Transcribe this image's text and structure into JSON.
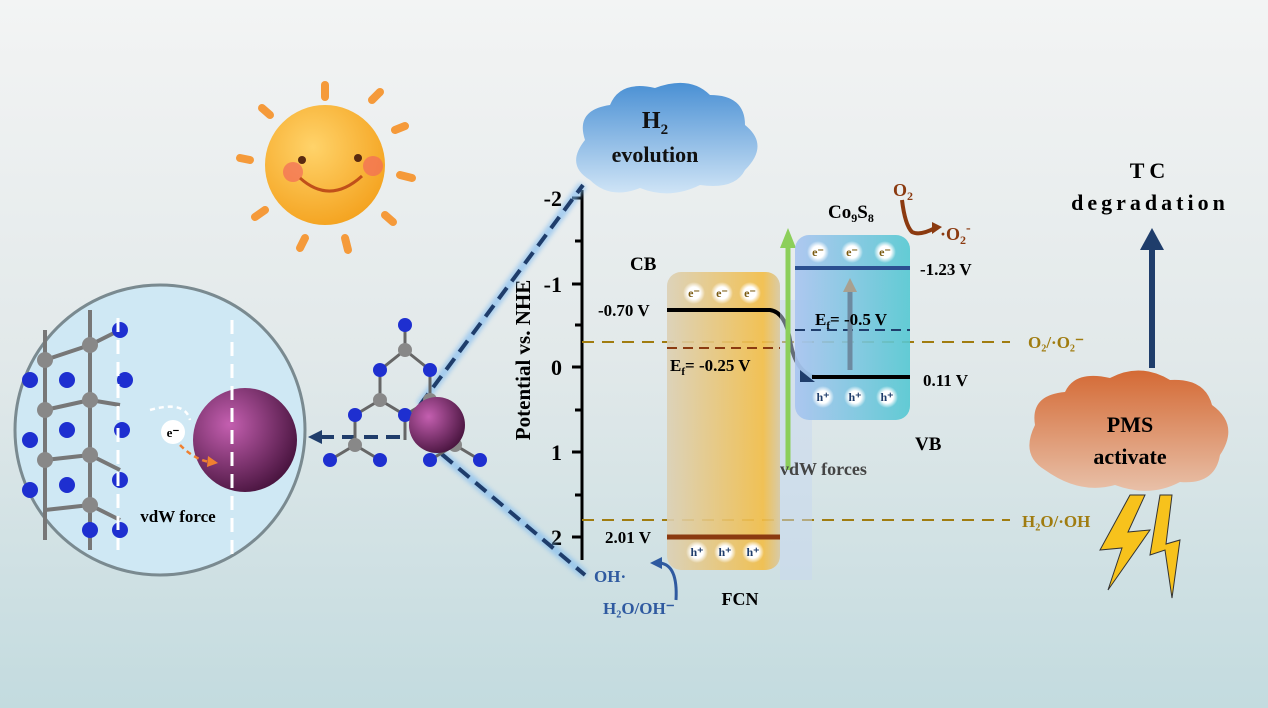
{
  "colors": {
    "fcn_orange": "#f3bd45",
    "co9s8_cyan": "#54c8d2",
    "dash_gold": "#a07c10",
    "navy": "#1f3d6b",
    "blue_text": "#2f5aa0",
    "brown": "#8b3a10",
    "green_arrow": "#8ccf5a",
    "pms_orange": "#d8865a"
  },
  "h2_cloud": {
    "line1": "H",
    "sub": "2",
    "line2": "evolution"
  },
  "axis": {
    "label": "Potential  vs. NHE",
    "ticks": [
      "-2",
      "-1",
      "0",
      "1",
      "2"
    ]
  },
  "fcn": {
    "name": "FCN",
    "cb_label": "CB",
    "cb_value": "-0.70 V",
    "vb_value": "2.01 V",
    "ef_prefix": "E",
    "ef_sub": "f",
    "ef_value": "= -0.25 V",
    "electron": "e⁻",
    "hole": "h⁺"
  },
  "co9s8": {
    "name_co": "Co",
    "name_9": "9",
    "name_s": "S",
    "name_8": "8",
    "cb_value": "-1.23 V",
    "vb_value": "0.11 V",
    "vb_label": "VB",
    "ef_prefix": "E",
    "ef_sub": "f",
    "ef_value": "= -0.5 V"
  },
  "vdw_forces": "vdW forces",
  "o2": {
    "reactant": "O",
    "reactant_sub": "2",
    "product": "·O",
    "product_sub": "2",
    "product_sup": "-"
  },
  "levels": {
    "o2_label": "O₂/·O₂⁻",
    "h2o_label": "H₂O/·OH"
  },
  "oh": {
    "product": "OH·",
    "reactant": "H₂O/OH⁻"
  },
  "tc": {
    "line1": "TC",
    "line2": "degradation"
  },
  "pms": {
    "line1": "PMS",
    "line2": "activate"
  },
  "inset": {
    "electron": "e⁻",
    "label": "vdW force"
  }
}
